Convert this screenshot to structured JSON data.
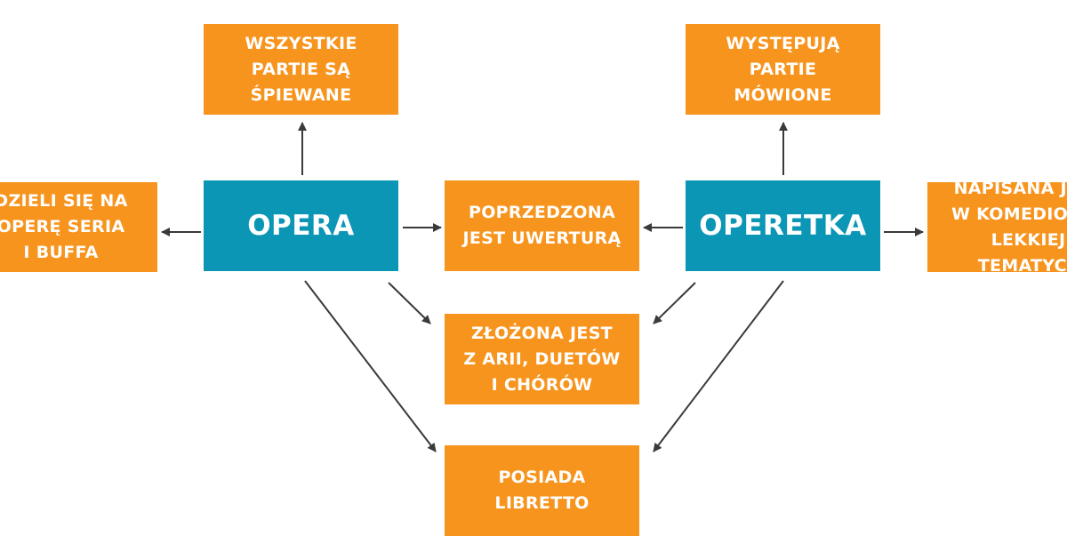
{
  "colors": {
    "main_node": "#0a96b4",
    "feature_node": "#f7941d",
    "arrow": "#3a3a3a",
    "text": "#ffffff"
  },
  "nodes": {
    "opera": "OPERA",
    "operetka": "OPERETKA",
    "opera_sung": "WSZYSTKIE\nPARTIE SĄ\nŚPIEWANE",
    "operetka_spoken": "WYSTĘPUJĄ\nPARTIE\nMÓWIONE",
    "opera_types": "DZIELI SIĘ NA\nOPERĘ SERIA\nI BUFFA",
    "overture": "POPRZEDZONA\nJEST UWERTURĄ",
    "operetka_comedy": "NAPISANA JEST\nW KOMEDIOWEJ\nLEKKIEJ TEMATYCE",
    "composition": "ZŁOŻONA JEST\nZ ARII, DUETÓW\nI CHÓRÓW",
    "libretto": "POSIADA\nLIBRETTO"
  }
}
